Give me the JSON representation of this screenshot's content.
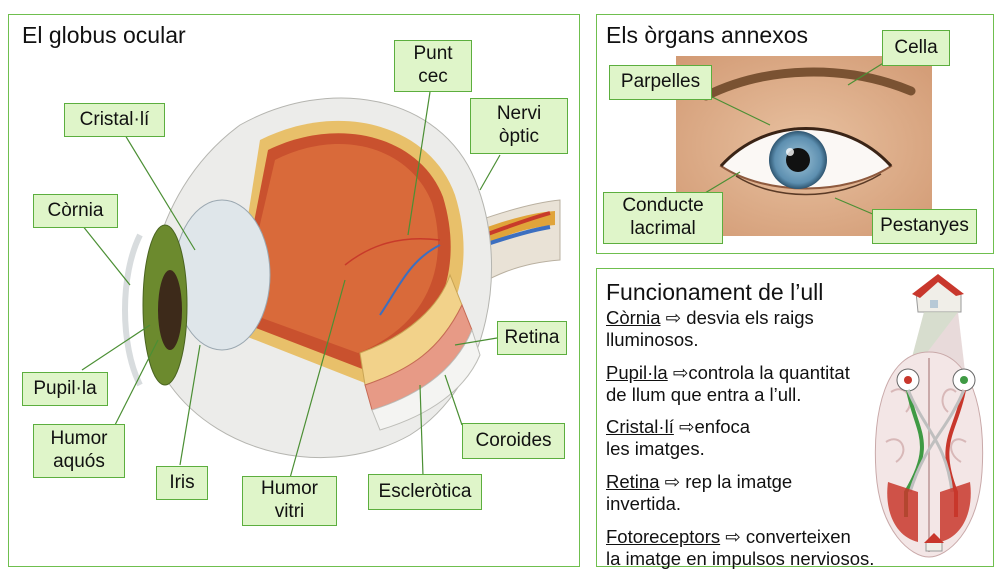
{
  "left_panel": {
    "title": "El globus ocular",
    "labels": {
      "cristali": "Cristal·lí",
      "cornia": "Còrnia",
      "pupila": "Pupil·la",
      "humor_aquos": "Humor\naquós",
      "iris": "Iris",
      "humor_vitri": "Humor\nvitri",
      "punt_cec": "Punt\ncec",
      "nervi_optic": "Nervi\nòptic",
      "retina": "Retina",
      "coroides": "Coroides",
      "esclerotica": "Escleròtica"
    }
  },
  "annex_panel": {
    "title": "Els òrgans annexos",
    "labels": {
      "cella": "Cella",
      "parpelles": "Parpelles",
      "conducte": "Conducte\nlacrimal",
      "pestanyes": "Pestanyes"
    }
  },
  "function_panel": {
    "title": "Funcionament de l’ull",
    "items": [
      {
        "term": "Còrnia",
        "arrow": " ⇨ ",
        "line1": "desvia els raigs",
        "line2": "lluminosos."
      },
      {
        "term": "Pupil·la",
        "arrow": " ⇨",
        "line1": "controla la quantitat",
        "line2": "de llum que entra a l’ull."
      },
      {
        "term": "Cristal·lí",
        "arrow": " ⇨",
        "line1": "enfoca",
        "line2": "les imatges."
      },
      {
        "term": "Retina",
        "arrow": " ⇨ ",
        "line1": "rep la imatge",
        "line2": "invertida."
      },
      {
        "term": "Fotoreceptors",
        "arrow": " ⇨ ",
        "line1": "converteixen",
        "line2": "la imatge en impulsos nerviosos."
      }
    ]
  },
  "colors": {
    "border": "#6fbf4e",
    "label_fill": "#dff5c9"
  }
}
